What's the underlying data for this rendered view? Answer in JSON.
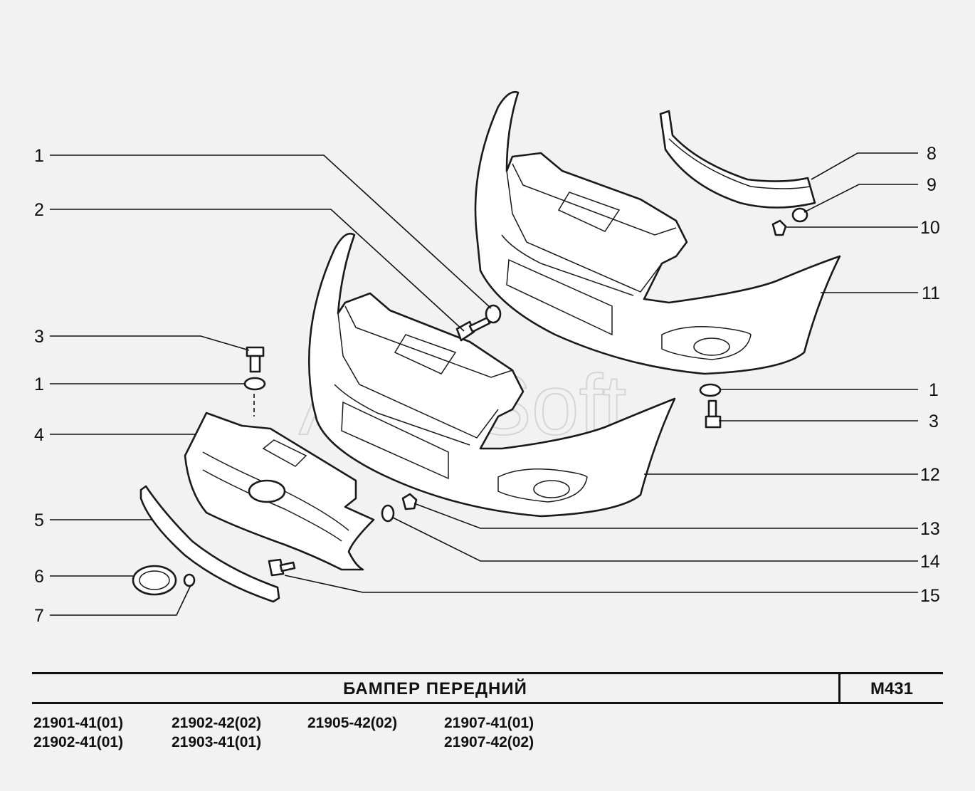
{
  "title": "БАМПЕР   ПЕРЕДНИЙ",
  "code": "M431",
  "watermark": "AutoSoft",
  "callouts_left": [
    "1",
    "2",
    "3",
    "1",
    "4",
    "5",
    "6",
    "7"
  ],
  "callouts_right": [
    "8",
    "9",
    "10",
    "11",
    "1",
    "3",
    "12",
    "13",
    "14",
    "15"
  ],
  "models": [
    "21901-41(01)",
    "21902-41(01)",
    "21902-42(02)",
    "21903-41(01)",
    "21905-42(02)",
    "21907-41(01)",
    "21907-42(02)"
  ]
}
